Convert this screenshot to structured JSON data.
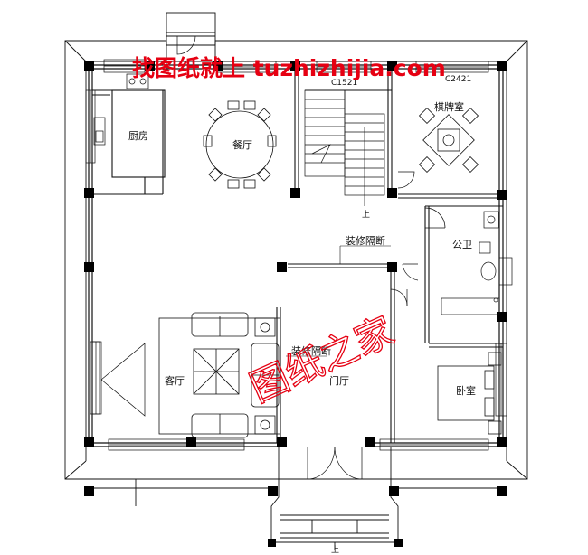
{
  "watermark": {
    "top_text": "找图纸就上 tuzhizhijia.com",
    "diagonal_text": "图纸之家"
  },
  "labels": {
    "kitchen": "厨房",
    "dining": "餐厅",
    "chess_room": "棋牌室",
    "bathroom": "公卫",
    "living_room": "客厅",
    "foyer": "门厅",
    "bedroom": "卧室",
    "partition_h": "装修隔断",
    "partition_v": "装修隔断",
    "stairs_up": "上",
    "entry_up": "上",
    "window_c1521": "C1521",
    "window_c2421": "C2421"
  },
  "colors": {
    "line": "#111111",
    "watermark": "#e60012",
    "column": "#000000"
  }
}
